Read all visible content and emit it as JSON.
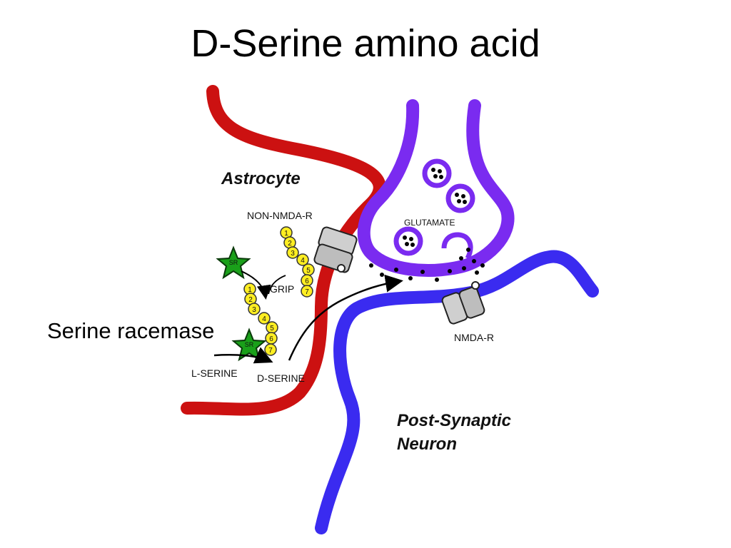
{
  "title": "D-Serine amino acid",
  "callout": "Serine racemase",
  "labels": {
    "astrocyte": "Astrocyte",
    "non_nmda_r": "NON-NMDA-R",
    "glutamate": "GLUTAMATE",
    "grip": "GRIP",
    "nmda_r": "NMDA-R",
    "l_serine": "L-SERINE",
    "d_serine": "D-SERINE",
    "post_synaptic_1": "Post-Synaptic",
    "post_synaptic_2": "Neuron",
    "sr": "SR"
  },
  "grip_domains_upper": [
    "1",
    "2",
    "3",
    "4",
    "5",
    "6",
    "7"
  ],
  "grip_domains_lower": [
    "1",
    "2",
    "3",
    "4",
    "5",
    "6",
    "7"
  ],
  "colors": {
    "astrocyte": "#cc1111",
    "presynaptic": "#7a2bf0",
    "postsynaptic": "#3a2bf0",
    "grip_domain": "#ffee22",
    "serine_racemase": "#1aa01a"
  }
}
